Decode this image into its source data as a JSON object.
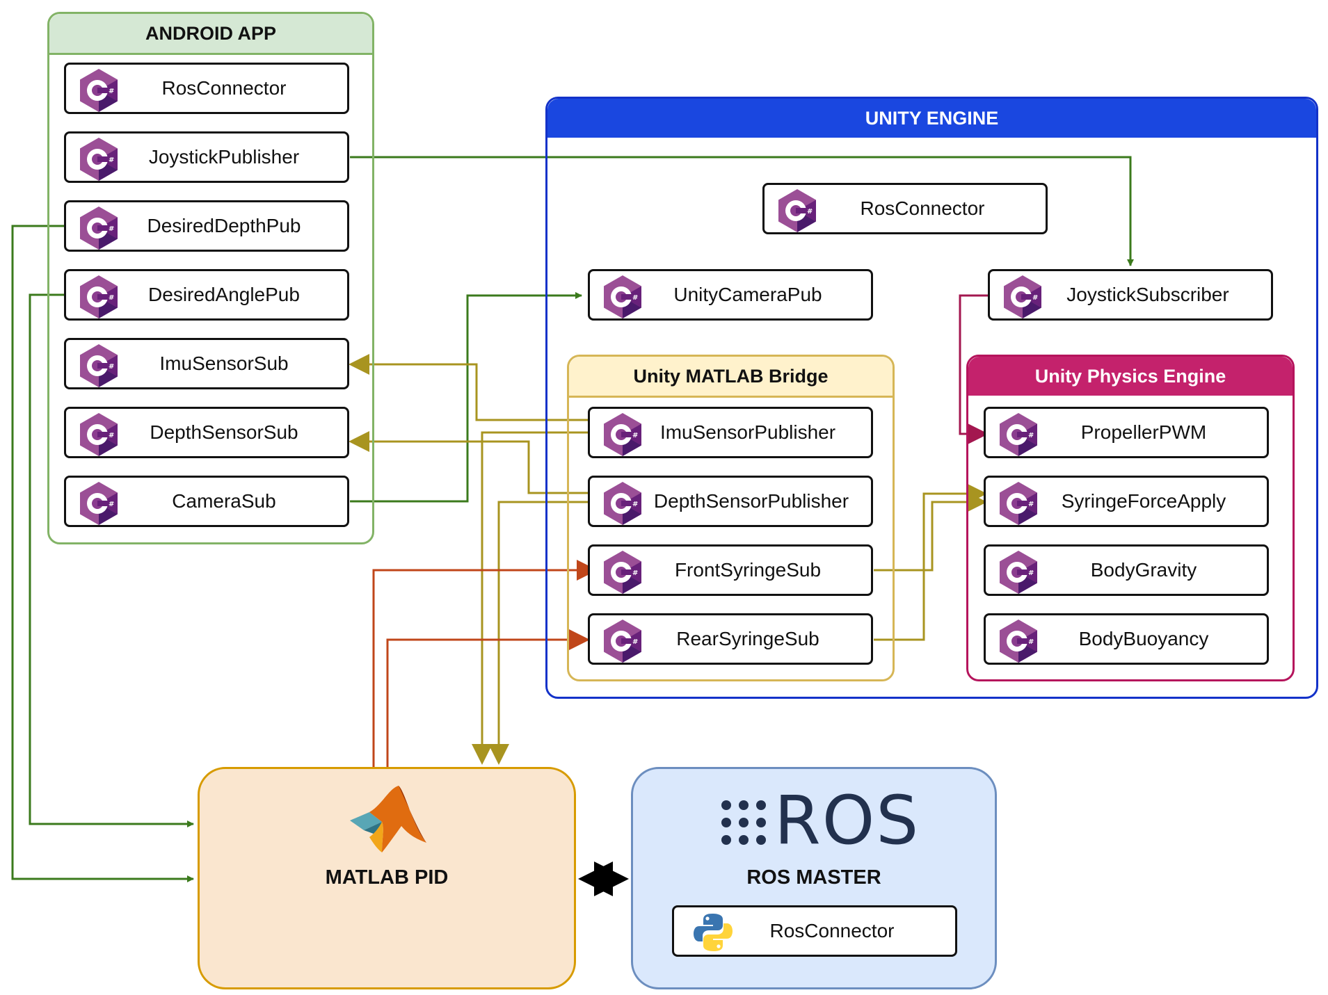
{
  "groups": {
    "android": {
      "title": "ANDROID APP"
    },
    "unity": {
      "title": "UNITY ENGINE"
    },
    "bridge": {
      "title": "Unity MATLAB Bridge"
    },
    "physics": {
      "title": "Unity Physics Engine"
    }
  },
  "android_nodes": [
    "RosConnector",
    "JoystickPublisher",
    "DesiredDepthPub",
    "DesiredAnglePub",
    "ImuSensorSub",
    "DepthSensorSub",
    "CameraSub"
  ],
  "unity_nodes": {
    "ros_connector": "RosConnector",
    "camera_pub": "UnityCameraPub",
    "joystick_sub": "JoystickSubscriber"
  },
  "bridge_nodes": [
    "ImuSensorPublisher",
    "DepthSensorPublisher",
    "FrontSyringeSub",
    "RearSyringeSub"
  ],
  "physics_nodes": [
    "PropellerPWM",
    "SyringeForceApply",
    "BodyGravity",
    "BodyBuoyancy"
  ],
  "matlab": {
    "title": "MATLAB PID",
    "logo": "matlab-membrane-logo"
  },
  "ros_master": {
    "logo_text": "ROS",
    "title": "ROS MASTER",
    "connector": "RosConnector",
    "connector_icon": "python-icon"
  },
  "icons": {
    "csharp": "csharp-hexagon-icon"
  },
  "colors": {
    "green_edge": "#3b7a1c",
    "olive_edge": "#a89420",
    "red_edge": "#c0461a",
    "magenta_edge": "#a3174f",
    "csharp_purple": "#68217a"
  }
}
